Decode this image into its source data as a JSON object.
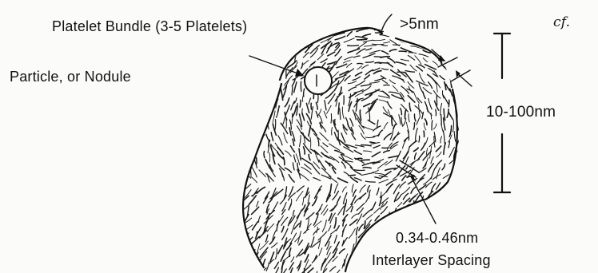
{
  "labels": {
    "platelet_bundle": "Platelet Bundle (3-5 Platelets)",
    "particle": "Particle, or Nodule",
    "thickness": ">5nm",
    "size": "10-100nm",
    "spacing_value": "0.34-0.46nm",
    "spacing_name": "Interlayer Spacing",
    "corner_mark": "cf."
  },
  "colors": {
    "ink": "#111111",
    "paper": "#fbfbfa"
  }
}
